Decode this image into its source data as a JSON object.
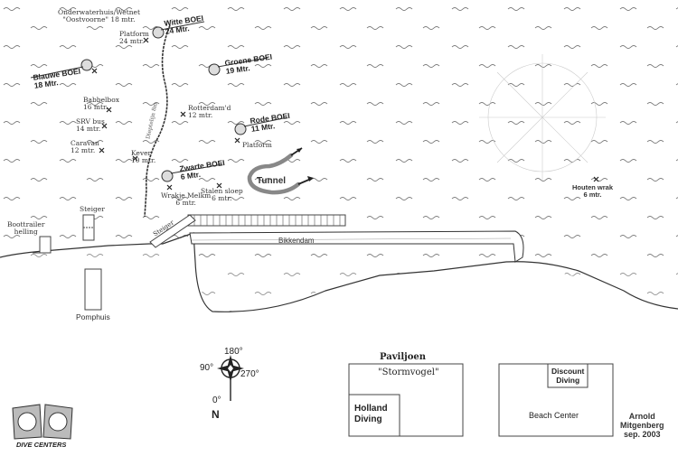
{
  "buoys": [
    {
      "name": "Witte BOEI",
      "depth": "24 Mtr."
    },
    {
      "name": "Blauwe BOEI",
      "depth": "18 Mtr."
    },
    {
      "name": "Groene BOEI",
      "depth": "19 Mtr."
    },
    {
      "name": "Rode BOEI",
      "depth": "11 Mtr."
    },
    {
      "name": "Zwarte BOEI",
      "depth": "6 Mtr."
    }
  ],
  "sites": [
    {
      "line1": "Onderwaterhuis/Wetnet",
      "line2": "\"Oostvoorne\" 18 mtr."
    },
    {
      "line1": "Platform",
      "line2": "24 mtr."
    },
    {
      "line1": "Babbelbox",
      "line2": "16 mtr."
    },
    {
      "line1": "SRV bus",
      "line2": "14 mtr."
    },
    {
      "line1": "Caravan",
      "line2": "12 mtr."
    },
    {
      "line1": "Kever",
      "line2": "10 mtr."
    },
    {
      "line1": "Rotterdam'd",
      "line2": "12 mtr."
    },
    {
      "line1": "Platform",
      "line2": ""
    },
    {
      "line1": "Wrakje Melkm",
      "line2": "6 mtr."
    },
    {
      "line1": "Stalen sloep",
      "line2": "6 mtr."
    },
    {
      "line1": "Houten wrak",
      "line2": "6 mtr."
    }
  ],
  "labels": {
    "tunnel": "Tunnel",
    "bikkendam": "Bikkendam",
    "steiger": "Steiger",
    "steiger_jetty": "Steiger",
    "boottrailer": "Boottrailer",
    "helling": "helling",
    "pomphuis": "Pomphuis",
    "dieptelijn": "Dieptelijn 8m"
  },
  "compass": {
    "top": "180°",
    "left": "90°",
    "right": "270°",
    "bottom": "0°",
    "north": "N"
  },
  "buildings": {
    "pavilion_title": "Paviljoen",
    "pavilion_name": "\"Stormvogel\"",
    "holland_line1": "Holland",
    "holland_line2": "Diving",
    "discount_line1": "Discount",
    "discount_line2": "Diving",
    "beach_center": "Beach Center"
  },
  "credit": {
    "line1": "Arnold",
    "line2": "Mitgenberg",
    "line3": "sep. 2003"
  },
  "logos": {
    "caption": "DIVE CENTERS"
  }
}
